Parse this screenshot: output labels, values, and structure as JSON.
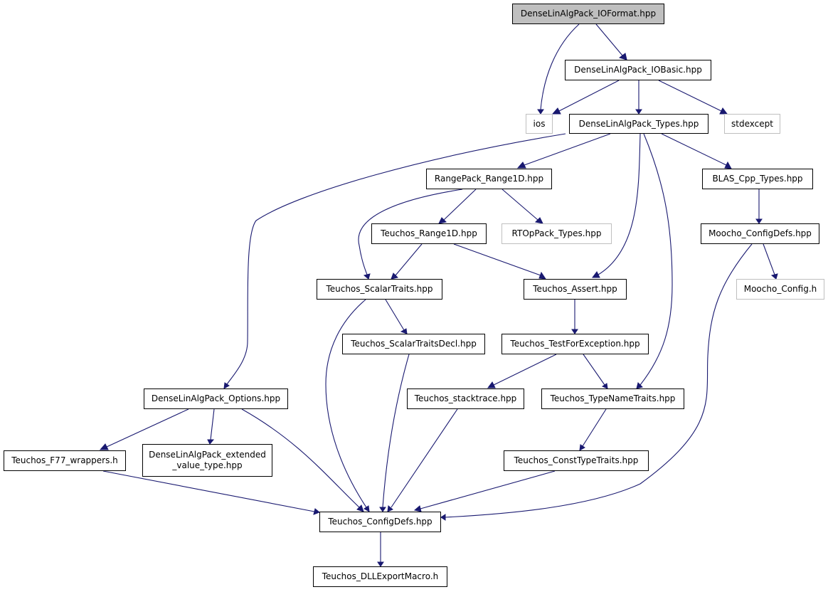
{
  "colors": {
    "edge": "#191970",
    "root_fill": "#bfbfbf",
    "node_border": "#000000",
    "external_border": "#bfbfbf"
  },
  "nodes": {
    "ioformat": "DenseLinAlgPack_IOFormat.hpp",
    "iobasic": "DenseLinAlgPack_IOBasic.hpp",
    "ios": "ios",
    "types": "DenseLinAlgPack_Types.hpp",
    "stdexcept": "stdexcept",
    "range1d": "RangePack_Range1D.hpp",
    "blas": "BLAS_Cpp_Types.hpp",
    "teuchos_range1d": "Teuchos_Range1D.hpp",
    "rtop": "RTOpPack_Types.hpp",
    "moocho_configdefs": "Moocho_ConfigDefs.hpp",
    "scalartraits": "Teuchos_ScalarTraits.hpp",
    "assert": "Teuchos_Assert.hpp",
    "moocho_config": "Moocho_Config.h",
    "scalartraitsdecl": "Teuchos_ScalarTraitsDecl.hpp",
    "testforexception": "Teuchos_TestForException.hpp",
    "options": "DenseLinAlgPack_Options.hpp",
    "stacktrace": "Teuchos_stacktrace.hpp",
    "typenametraits": "Teuchos_TypeNameTraits.hpp",
    "f77": "Teuchos_F77_wrappers.h",
    "extended": "DenseLinAlgPack_extended\n_value_type.hpp",
    "consttypetraits": "Teuchos_ConstTypeTraits.hpp",
    "teuchos_configdefs": "Teuchos_ConfigDefs.hpp",
    "dllexport": "Teuchos_DLLExportMacro.h"
  }
}
